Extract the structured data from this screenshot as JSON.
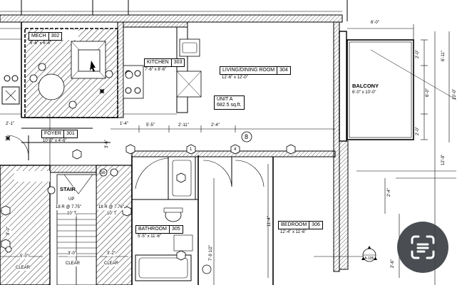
{
  "plan": {
    "rooms": {
      "mech": {
        "name": "MECH",
        "number": "302",
        "size": "6'-6\" x 6'-6\""
      },
      "kitchen": {
        "name": "KITCHEN",
        "number": "303",
        "size": "7'-6\" x 8'-6\""
      },
      "living": {
        "name": "LIVING/DINING ROOM",
        "number": "304",
        "size": "12'-6\" x 12'-0\""
      },
      "foyer": {
        "name": "FOYER",
        "number": "301",
        "size": "10'-0\" x 4'-6\""
      },
      "balcony": {
        "name": "BALCONY",
        "size": "6'-0\" x 10'-0\""
      },
      "bathroom": {
        "name": "BATHROOM",
        "number": "305",
        "size": "5'-5\" x 11'-6\""
      },
      "bedroom": {
        "name": "BEDROOM",
        "number": "306",
        "size": "12'-4\" x 11'-6\""
      },
      "stair": {
        "name": "STAIR",
        "up": "UP"
      }
    },
    "unit": {
      "name": "UNIT A",
      "area": "682.5 sq.ft."
    },
    "tags": {
      "grid_marker": "8",
      "hex_a": "1",
      "hex_b": "4",
      "hex_c": "5b"
    },
    "dims": {
      "balcony_w": "6'-0\"",
      "balcony_h1": "2'-0\"",
      "balcony_mid": "6'-0\"",
      "balcony_h2": "2'-0\"",
      "right_total_a": "6'-11\"",
      "right_total_b": "10'-0\"",
      "right_total_c": "12'-9\"",
      "right_low_a": "2'-4\"",
      "right_low_b": "2'-6\"",
      "foyer_left": "2'-1\"",
      "foyer_mid": "1'-4\"",
      "foyer_a": "5'-5\"",
      "foyer_b": "2'-11\"",
      "foyer_c": "2'-4\"",
      "stair_riser_a": "3'-6\"",
      "riser_left": "18 R @ 7.75\"",
      "tread_left": "10' T",
      "riser_right": "18 R @ 7.76\"",
      "tread_right": "10' T",
      "stair_width_left": "3'-0\"",
      "stair_width_right": "3'-2\"",
      "clear_left": "CLEAR",
      "clear_right": "CLEAR",
      "clear_far": "CLEAR",
      "left_v_a": "8'-0\"",
      "left_v_b": "5'-0\"",
      "bath_v": "7'-9 1/2\"",
      "bed_v": "11'-4\"",
      "section_ref": "A-105"
    }
  },
  "overlay": {
    "label": "Lens",
    "icon": "scan-text-icon"
  }
}
